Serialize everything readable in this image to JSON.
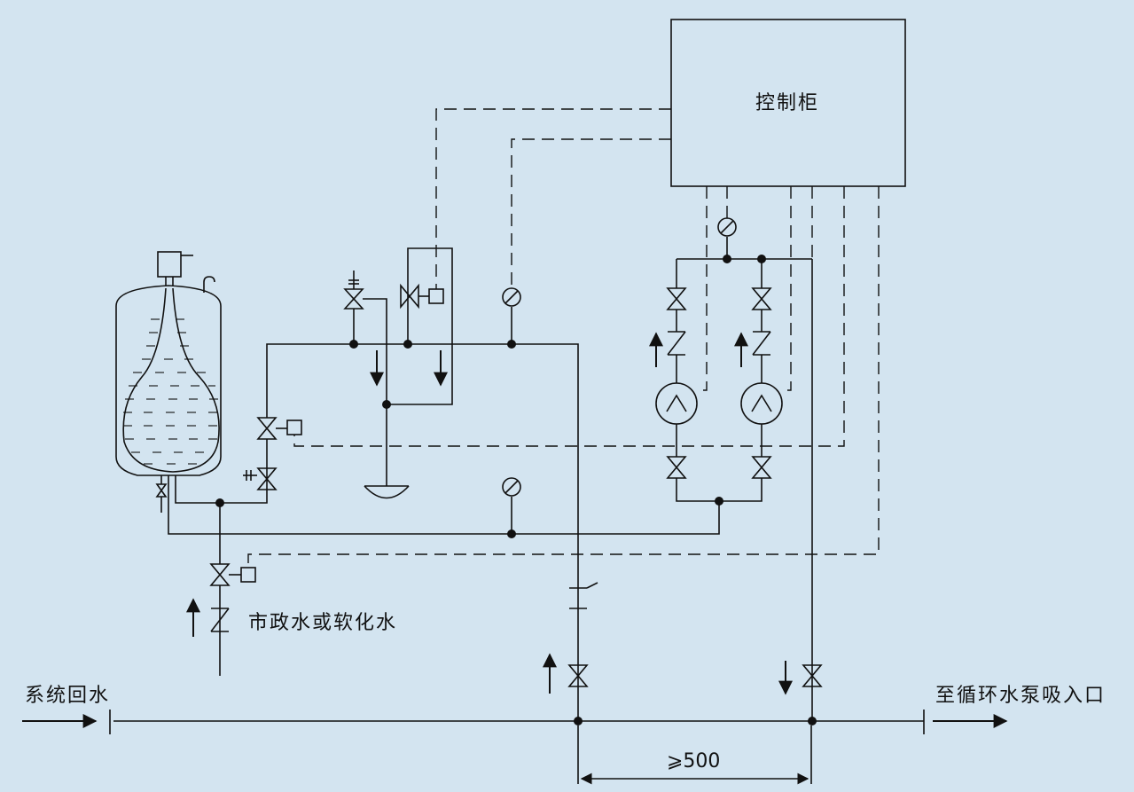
{
  "labels": {
    "control_cabinet": "控制柜",
    "makeup_water": "市政水或软化水",
    "system_return": "系统回水",
    "to_pump_inlet": "至循环水泵吸入口",
    "spacing": "⩾500"
  },
  "colors": {
    "background": "#d3e4f0",
    "line": "#111111"
  }
}
